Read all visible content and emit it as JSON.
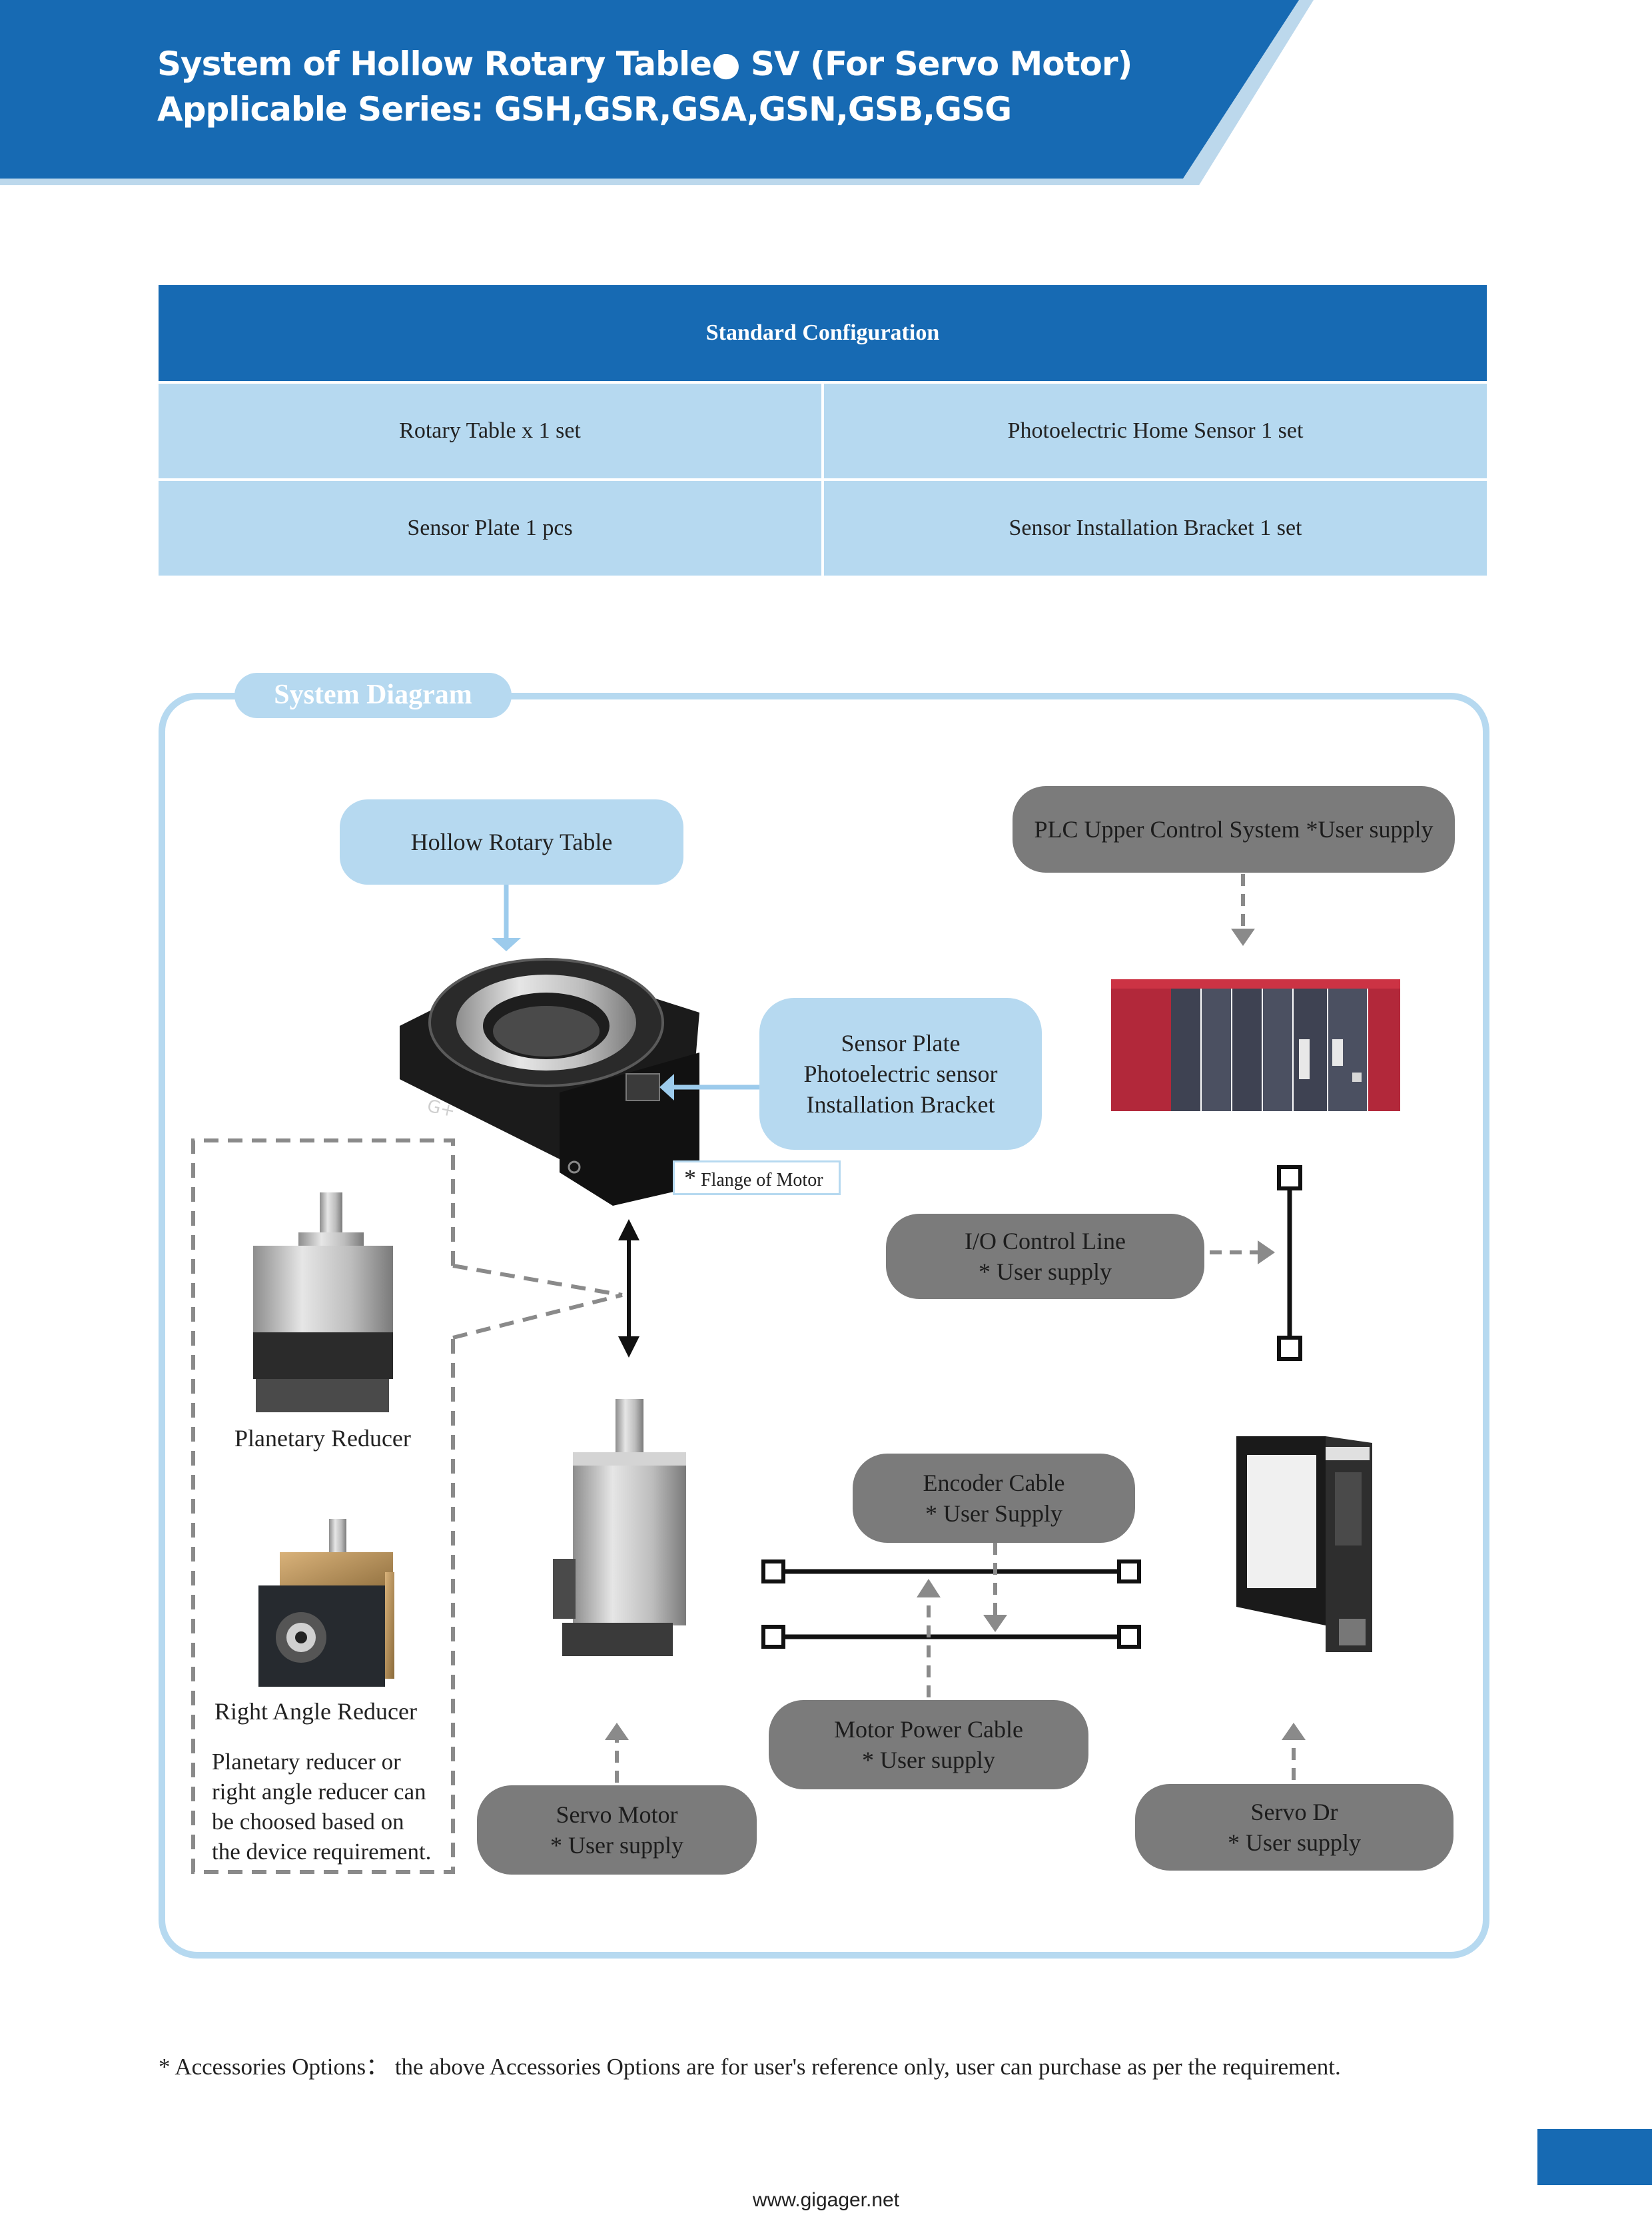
{
  "header": {
    "title_line1": "System of Hollow Rotary Table● SV (For Servo Motor)",
    "title_line2": "Applicable Series: GSH,GSR,GSA,GSN,GSB,GSG"
  },
  "config_table": {
    "heading": "Standard Configuration",
    "rows": [
      [
        "Rotary Table x 1 set",
        "Photoelectric Home Sensor 1 set"
      ],
      [
        "Sensor Plate 1 pcs",
        "Sensor Installation Bracket 1 set"
      ]
    ]
  },
  "diagram": {
    "tab_label": "System Diagram",
    "hollow_rotary_table": "Hollow Rotary Table",
    "plc": "PLC Upper Control System *User supply",
    "sensor_lines": [
      "Sensor Plate",
      "Photoelectric sensor",
      "Installation Bracket"
    ],
    "flange_star": "*",
    "flange_text": "Flange of Motor",
    "io_line1": "I/O Control Line",
    "io_line2": "* User supply",
    "planetary_reducer": "Planetary Reducer",
    "right_angle_reducer": "Right Angle Reducer",
    "reducer_note": [
      "Planetary reducer or",
      "right angle reducer can",
      "be choosed based on",
      "the device requirement."
    ],
    "encoder_line1": "Encoder Cable",
    "encoder_line2": "* User Supply",
    "motor_power_line1": "Motor Power Cable",
    "motor_power_line2": "* User supply",
    "servo_motor_line1": "Servo Motor",
    "servo_motor_line2": "* User supply",
    "servo_dr_line1": "Servo Dr",
    "servo_dr_line2": "* User supply"
  },
  "footnote": "* Accessories Options：  the above Accessories Options are for user's reference only, user can purchase as per the requirement.",
  "website": "www.gigager.net",
  "colors": {
    "brand_blue": "#176ab3",
    "light_blue": "#b6d9f0",
    "grey_pill": "#7b7b7b"
  }
}
